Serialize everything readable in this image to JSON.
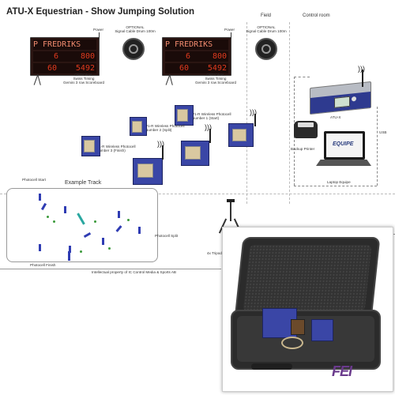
{
  "title": "ATU-X Equestrian - Show Jumping Solution",
  "sections": {
    "field": "Field",
    "control_room": "Control room"
  },
  "power_label": "Power",
  "scoreboard": {
    "name": "P FREDRIKS",
    "row2_left": "6",
    "row2_right": "800",
    "row3_left": "60",
    "row3_right": "5492",
    "caption": [
      "OPTIONAL",
      "Swiss Timing",
      "Gemini 3 row Scoreboard"
    ]
  },
  "drum_caption": [
    "OPTIONAL",
    "Signal Cable Drum 100m"
  ],
  "photocells": {
    "start": [
      "P1-R Wireless Photocell",
      "Number 1 (Start)"
    ],
    "split": [
      "P1-R Wireless Photocell",
      "Number 2 (Split)"
    ],
    "finish": [
      "P1-R Wireless Photocell",
      "Number 3 (Finish)"
    ]
  },
  "control": {
    "atu_label": "ATU-X",
    "printer_label": "Backup Printer",
    "laptop_label": "Laptop Equipe",
    "equipe_logo": "EQUIPE",
    "usb_label": "USB"
  },
  "track": {
    "title": "Example Track",
    "start_label": "Photocell Start",
    "split_label": "Photocell Split",
    "finish_label": "Photocell Finish"
  },
  "tripod_label": "4x Tripod",
  "ip_note": "Intellectual property of IC Control Media & Sports AB",
  "fei_logo": "FEI",
  "colors": {
    "scoreboard_text": "#e03a1e",
    "photocell_blue": "#3a46a6",
    "track_blue": "#2f3cb3",
    "fei_purple": "#6a3a8c"
  }
}
